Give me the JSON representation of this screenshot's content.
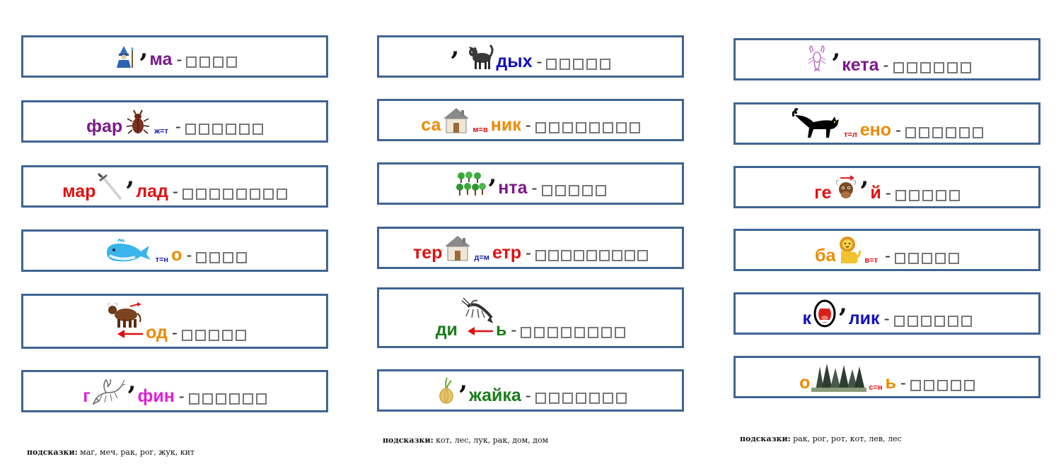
{
  "cards": {
    "c1": {
      "w1": "ма",
      "slots": 4
    },
    "c2": {
      "w1": "фар",
      "sub": "ж=т",
      "slots": 6
    },
    "c3": {
      "w1": "мар",
      "w2": "лад",
      "slots": 8
    },
    "c4": {
      "sub": "т=н",
      "w2": "о",
      "slots": 4
    },
    "c5": {
      "w2": "од",
      "slots": 5
    },
    "c6": {
      "w1": "г",
      "w2": "фин",
      "slots": 6
    },
    "c7": {
      "w1": "дых",
      "slots": 5
    },
    "c8": {
      "w1": "са",
      "sub": "м=в",
      "w2": "ник",
      "slots": 8
    },
    "c9": {
      "w1": "нта",
      "slots": 5
    },
    "c10": {
      "w1": "тер",
      "sub": "д=м",
      "w2": "етр",
      "slots": 9
    },
    "c11": {
      "w1": "ди",
      "w2": "ь",
      "slots": 8
    },
    "c12": {
      "w1": "жайка",
      "slots": 7
    },
    "c13": {
      "w1": "кета",
      "slots": 6
    },
    "c14": {
      "sub": "т=л",
      "w2": "ено",
      "slots": 6
    },
    "c15": {
      "w1": "ге",
      "w2": "й",
      "slots": 5
    },
    "c16": {
      "w1": "ба",
      "sub": "в=т",
      "slots": 5
    },
    "c17": {
      "w1": "к",
      "w2": "лик",
      "slots": 6
    },
    "c18": {
      "w1": "о",
      "sub": "с=н",
      "w2": "ь",
      "slots": 5
    }
  },
  "dash": "-",
  "hints": {
    "label": "подсказки:",
    "col1": "маг, меч, рак, рог, жук, кит",
    "col2": "кот, лес, лук, рак, дом, дом",
    "col3": "рак, рог, рот, кот, лев, лес"
  },
  "colors": {
    "border": "#3f6592",
    "purple": "#7a1a8a",
    "red": "#e01010",
    "orange": "#ef8a00",
    "green": "#1a7d1a",
    "magenta": "#e020d8",
    "blue": "#1010c0"
  }
}
